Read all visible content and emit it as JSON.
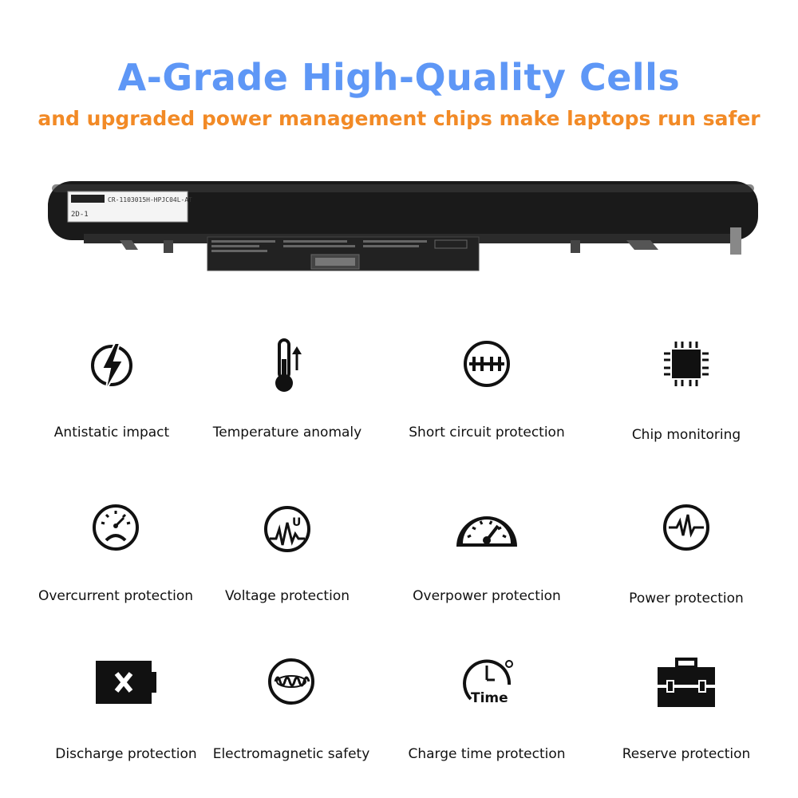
{
  "header": {
    "title": "A-Grade High-Quality Cells",
    "subtitle": "and upgraded power management chips make laptops run safer"
  },
  "battery_label": {
    "line1": "CR-1103015H-HPJC04L-AT",
    "line2": "2D-1"
  },
  "colors": {
    "title": "#5e97f6",
    "subtitle": "#f28a26",
    "battery": "#1a1a1a"
  },
  "features": [
    {
      "label": "Antistatic impact",
      "icon": "lightning-shield-icon"
    },
    {
      "label": "Temperature anomaly",
      "icon": "thermometer-icon"
    },
    {
      "label": "Short circuit protection",
      "icon": "short-circuit-icon"
    },
    {
      "label": "Chip monitoring",
      "icon": "chip-icon"
    },
    {
      "label": "Overcurrent protection",
      "icon": "sad-gauge-icon"
    },
    {
      "label": "Voltage protection",
      "icon": "voltage-wave-icon"
    },
    {
      "label": "Overpower protection",
      "icon": "speedometer-icon"
    },
    {
      "label": "Power protection",
      "icon": "pulse-circle-icon"
    },
    {
      "label": "Discharge protection",
      "icon": "battery-x-icon"
    },
    {
      "label": "Electromagnetic safety",
      "icon": "coil-icon"
    },
    {
      "label": "Charge time protection",
      "icon": "clock-time-icon"
    },
    {
      "label": "Reserve protection",
      "icon": "toolbox-icon"
    }
  ],
  "icon_text": {
    "time": "Time"
  }
}
